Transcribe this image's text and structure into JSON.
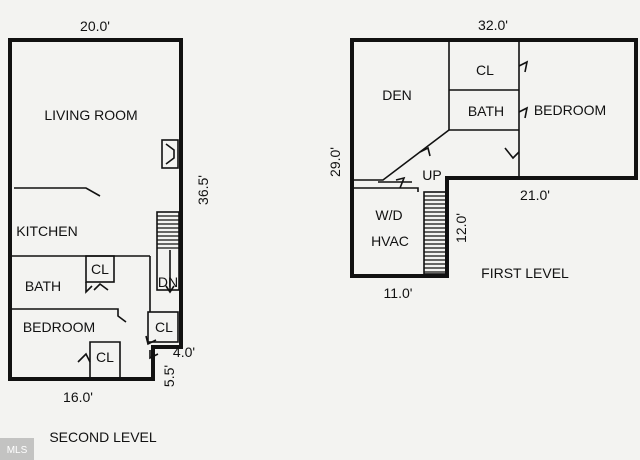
{
  "second_level": {
    "title": "SECOND LEVEL",
    "dim_top": "20.0'",
    "dim_right": "36.5'",
    "dim_bottom": "16.0'",
    "dim_notch_h": "4.0'",
    "dim_notch_v": "5.5'",
    "rooms": {
      "living_room": "LIVING ROOM",
      "kitchen": "KITCHEN",
      "bath": "BATH",
      "bath_closet": "CL",
      "bedroom": "BEDROOM",
      "bedroom_closet": "CL",
      "hall_closet": "CL",
      "stairs": "DN"
    }
  },
  "first_level": {
    "title": "FIRST LEVEL",
    "dim_top": "32.0'",
    "dim_left": "29.0'",
    "dim_inner": "21.0'",
    "dim_stair": "12.0'",
    "dim_bottom": "11.0'",
    "rooms": {
      "den": "DEN",
      "closet": "CL",
      "bath": "BATH",
      "bedroom": "BEDROOM",
      "stairs": "UP",
      "utility_line1": "W/D",
      "utility_line2": "HVAC"
    }
  },
  "watermark": "MLS"
}
